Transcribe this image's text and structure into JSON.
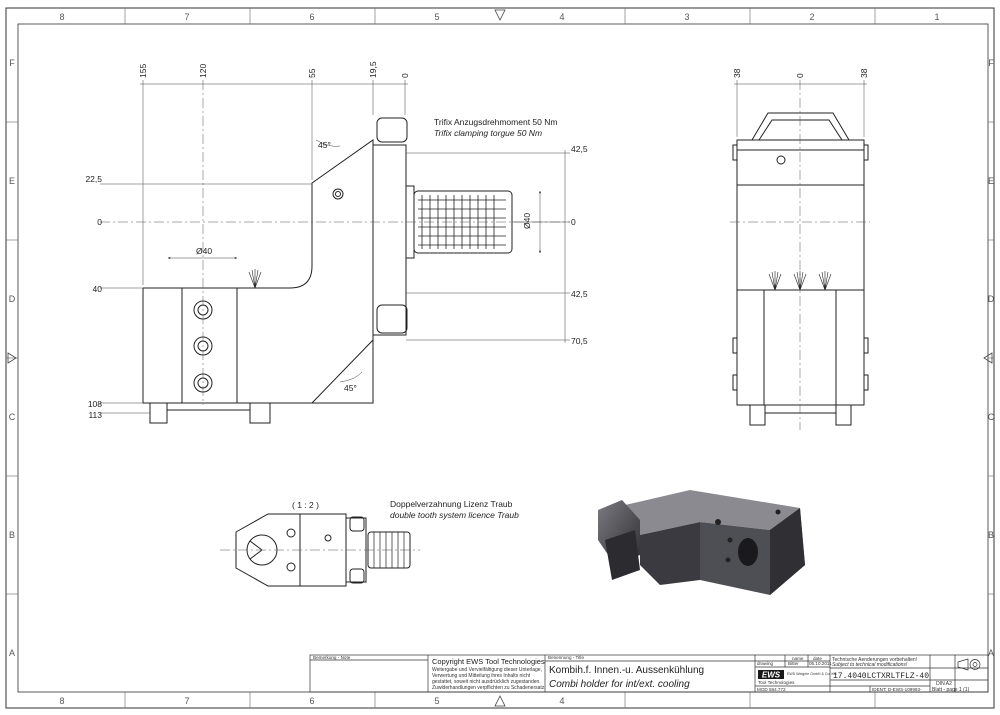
{
  "grid": {
    "columns": [
      "8",
      "7",
      "6",
      "5",
      "4",
      "3",
      "2",
      "1"
    ],
    "rows": [
      "F",
      "E",
      "D",
      "C",
      "B",
      "A"
    ]
  },
  "side_view": {
    "top_dims": [
      "155",
      "120",
      "55",
      "19,5",
      "0"
    ],
    "left_dims": [
      "22,5",
      "0",
      "40",
      "108",
      "113"
    ],
    "right_dims": [
      "42,5",
      "0",
      "42,5",
      "70,5"
    ],
    "diameter_shank": "Ø40",
    "diameter_bore": "Ø40",
    "angle_top": "45°",
    "angle_bottom": "45°",
    "torque_de": "Trifix Anzugsdrehmoment  50 Nm",
    "torque_en": "Trifix clamping torgue  50 Nm"
  },
  "front_view": {
    "top_dims": [
      "38",
      "0",
      "38"
    ]
  },
  "detail_view": {
    "scale": "( 1 : 2 )",
    "note_de": "Doppelverzahnung Lizenz Traub",
    "note_en": "double tooth system licence Traub"
  },
  "title_block": {
    "remarks_label": "Bemerkung - Note",
    "copyright_title": "Copyright EWS Tool Technologies",
    "copyright_lines": [
      "Weitergabe und Vervielfältigung dieser Unterlage,",
      "Verwertung und Mitteilung ihres Inhalts nicht",
      "gestattet, soweit nicht ausdrücklich zugestanden.",
      "Zuwiderhandlungen verpflichten zu Schadenersatz."
    ],
    "designation_label": "Benennung - Title",
    "title_de": "Kombih.f. Innen.-u. Aussenkühlung",
    "title_en": "Combi holder for int/ext. cooling",
    "col_name": "name",
    "col_date": "date",
    "drawing_label": "drawing",
    "drawer_name": "Bitter",
    "drawing_date": "05.10.2011",
    "logo": "EWS",
    "logo_sub": "Tool Technologies",
    "logo_address": "EWS Weigele GmbH & Co. KG",
    "mod_label": "MOD 584.772",
    "notice_de": "Technische Aenderungen vorbehalten!",
    "notice_en": "Subject to technical modifications!",
    "drawing_number": "17.4040LCTXRLTFLZ-40",
    "ident": "IDENT: D-EWS-109993-",
    "format": "DIN A2",
    "sheet": "Blatt - page  1 (1)"
  }
}
